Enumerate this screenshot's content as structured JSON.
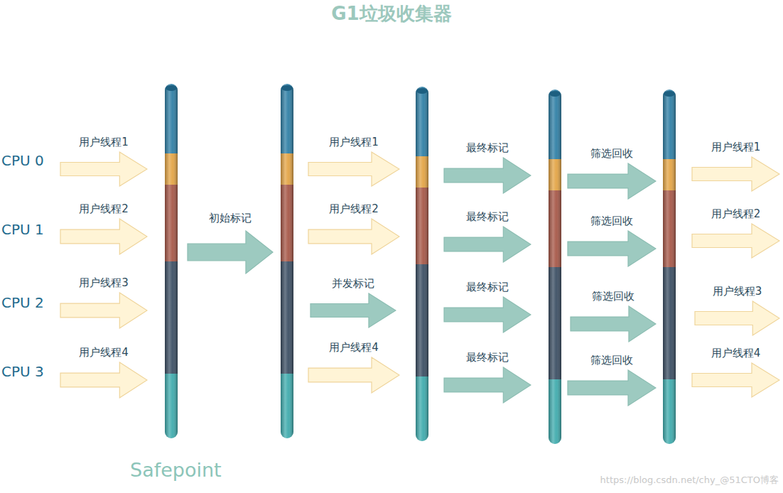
{
  "diagram": {
    "title": "G1垃圾收集器",
    "nodes": [
      {
        "text": [
          "用户线程1"
        ]
      },
      {
        "text": [
          "用户线程2"
        ]
      },
      {
        "text": [
          "用户线程3"
        ]
      },
      {
        "text": [
          "用户线程4"
        ]
      },
      {
        "text": [
          "初始标记"
        ]
      },
      {
        "text": [
          "用户线程1"
        ]
      },
      {
        "text": [
          "用户线程2"
        ]
      },
      {
        "text": [
          "并发标记"
        ]
      },
      {
        "text": [
          "用户线程4"
        ]
      },
      {
        "text": [
          "最终标记"
        ]
      },
      {
        "text": [
          "最终标记"
        ]
      },
      {
        "text": [
          "最终标记"
        ]
      },
      {
        "text": [
          "最终标记"
        ]
      },
      {
        "text": [
          "筛选回收"
        ]
      },
      {
        "text": [
          "筛选回收"
        ]
      },
      {
        "text": [
          "筛选回收"
        ]
      },
      {
        "text": [
          "筛选回收"
        ]
      },
      {
        "text": [
          "用户线程1"
        ]
      },
      {
        "text": [
          "用户线程2"
        ]
      },
      {
        "text": [
          "用户线程3"
        ]
      },
      {
        "text": [
          "用户线程4"
        ]
      }
    ],
    "labels": [
      "CPU 0",
      "CPU 1",
      "CPU 2",
      "CPU 3",
      "Safepoint",
      "https://blog.csdn.net/chy_@51CTO博客"
    ]
  }
}
